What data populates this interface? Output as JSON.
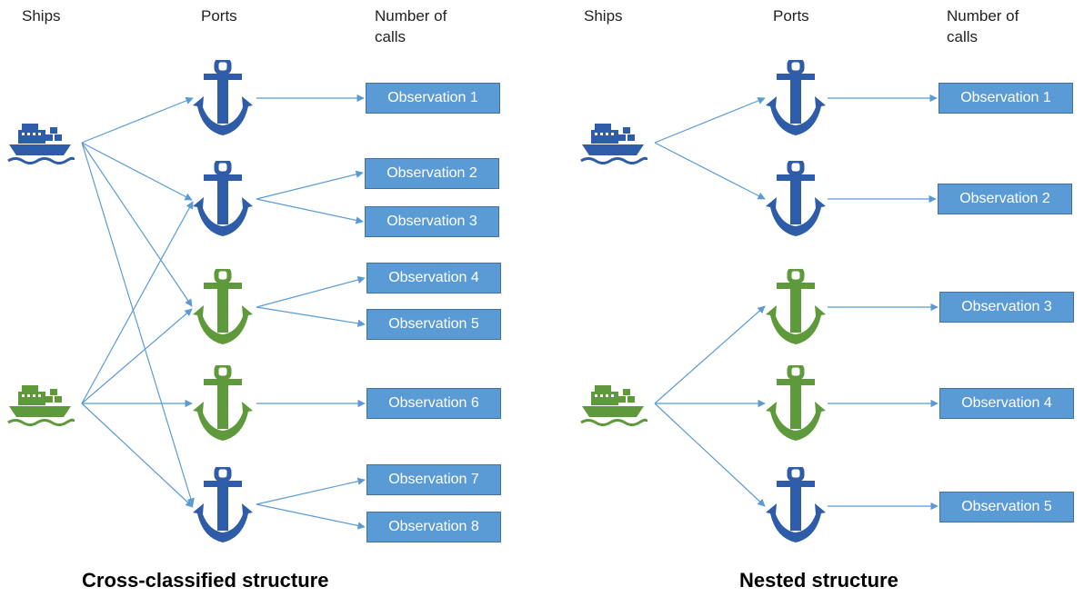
{
  "colors": {
    "blue": "#2e5ca8",
    "green": "#5e9a3c",
    "arrow": "#5b9bd5",
    "box": "#5b9bd5"
  },
  "icons": {
    "ship": "ship-icon",
    "port": "anchor-icon"
  },
  "left": {
    "headers": {
      "ships": "Ships",
      "ports": "Ports",
      "calls_line1": "Number of",
      "calls_line2": "calls"
    },
    "caption": "Cross-classified structure",
    "observations": [
      "Observation 1",
      "Observation 2",
      "Observation 3",
      "Observation 4",
      "Observation 5",
      "Observation 6",
      "Observation 7",
      "Observation 8"
    ]
  },
  "right": {
    "headers": {
      "ships": "Ships",
      "ports": "Ports",
      "calls_line1": "Number of",
      "calls_line2": "calls"
    },
    "caption": "Nested structure",
    "observations": [
      "Observation 1",
      "Observation 2",
      "Observation 3",
      "Observation 4",
      "Observation 5"
    ]
  }
}
